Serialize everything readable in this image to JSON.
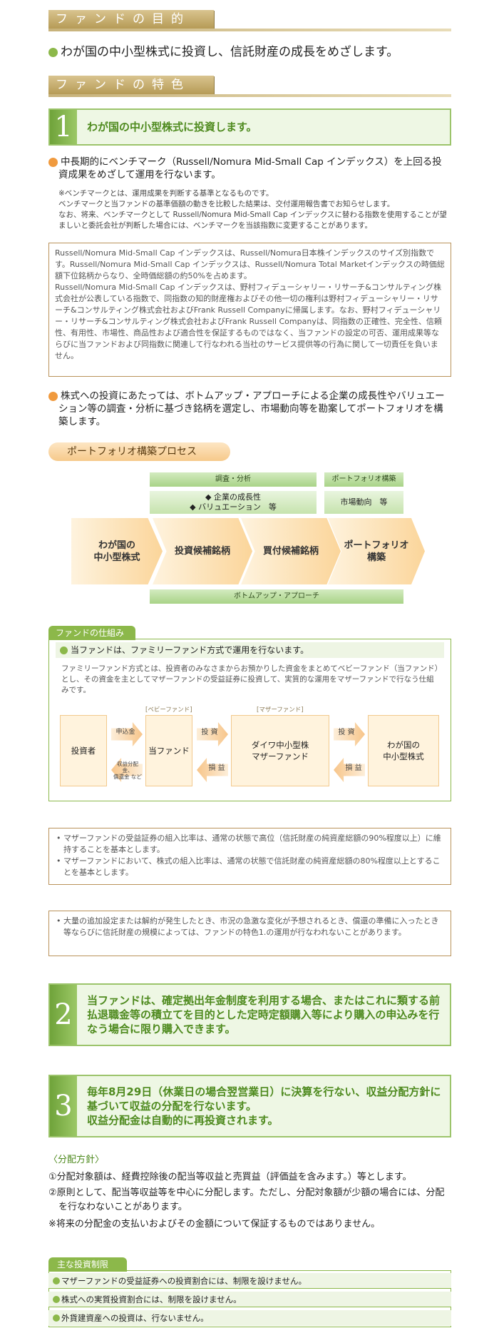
{
  "purpose": {
    "heading": "ファンドの目的",
    "text": "わが国の中小型株式に投資し、信託財産の成長をめざします。"
  },
  "features": {
    "heading": "ファンドの特色",
    "f1": {
      "num": "1",
      "text": "わが国の中小型株式に投資します。"
    },
    "benchmark": "中長期的にベンチマーク（Russell/Nomura Mid-Small Cap インデックス）を上回る投資成果をめざして運用を行ないます。",
    "benchmark_note": "※ベンチマークとは、運用成果を判断する基準となるものです。\nベンチマークと当ファンドの基準価額の動きを比較した結果は、交付運用報告書でお知らせします。\nなお、将来、ベンチマークとして Russell/Nomura Mid-Small Cap インデックスに替わる指数を使用することが望ましいと委託会社が判断した場合には、ベンチマークを当該指数に変更することがあります。",
    "index_box": "Russell/Nomura Mid-Small Cap インデックスは、Russell/Nomura日本株インデックスのサイズ別指数です。Russell/Nomura Mid-Small Cap インデックスは、Russell/Nomura Total Marketインデックスの時価総額下位銘柄からなり、全時価総額の約50%を占めます。\nRussell/Nomura Mid-Small Cap インデックスは、野村フィデューシャリー・リサーチ&コンサルティング株式会社が公表している指数で、同指数の知的財産権およびその他一切の権利は野村フィデューシャリー・リサーチ&コンサルティング株式会社およびFrank Russell Companyに帰属します。なお、野村フィデューシャリー・リサーチ&コンサルティング株式会社およびFrank Russell Companyは、同指数の正確性、完全性、信頼性、有用性、市場性、商品性および適合性を保証するものではなく、当ファンドの設定の可否、運用成果等ならびに当ファンドおよび同指数に関連して行なわれる当社のサービス提供等の行為に関して一切責任を負いません。",
    "approach": "株式への投資にあたっては、ボトムアップ・アプローチによる企業の成長性やバリュエーション等の調査・分析に基づき銘柄を選定し、市場動向等を勘案してポートフォリオを構築します。",
    "process": {
      "title": "ポートフォリオ構築プロセス",
      "research": "調査・分析",
      "research_items": "◆ 企業の成長性\n◆ バリュエーション　等",
      "pf_build": "ポートフォリオ構築",
      "market": "市場動向　等",
      "steps": [
        "わが国の\n中小型株式",
        "投資候補銘柄",
        "買付候補銘柄",
        "ポートフォリオ\n構築"
      ],
      "bottom_up": "ボトムアップ・アプローチ"
    },
    "mechanism": {
      "label": "ファンドの仕組み",
      "highlight": "当ファンドは、ファミリーファンド方式で運用を行ないます。",
      "desc": "ファミリーファンド方式とは、投資者のみなさまからお預かりした資金をまとめてベビーファンド（当ファンド）とし、その資金を主としてマザーファンドの受益証券に投資して、実質的な運用をマザーファンドで行なう仕組みです。",
      "baby_label": "[ベビーファンド]",
      "mother_label": "[マザーファンド]",
      "investor": "投資者",
      "this_fund": "当ファンド",
      "mother_fund": "ダイワ中小型株\nマザーファンド",
      "target": "わが国の\n中小型株式",
      "subscribe": "申込金",
      "distribution": "収益分配金、\n償還金 など",
      "invest": "投 資",
      "pl": "損 益"
    },
    "notes1": [
      "マザーファンドの受益証券の組入比率は、通常の状態で高位（信託財産の純資産総額の90%程度以上）に維持することを基本とします。",
      "マザーファンドにおいて、株式の組入比率は、通常の状態で信託財産の純資産総額の80%程度以上とすることを基本とします。"
    ],
    "notes2": [
      "大量の追加設定または解約が発生したとき、市況の急激な変化が予想されるとき、償還の準備に入ったとき等ならびに信託財産の規模によっては、ファンドの特色1.の運用が行なわれないことがあります。"
    ],
    "f2": {
      "num": "2",
      "text": "当ファンドは、確定拠出年金制度を利用する場合、またはこれに類する前払退職金等の積立てを目的とした定時定額購入等により購入の申込みを行なう場合に限り購入できます。"
    },
    "f3": {
      "num": "3",
      "text": "毎年8月29日（休業日の場合翌営業日）に決算を行ない、収益分配方針に基づいて収益の分配を行ないます。\n収益分配金は自動的に再投資されます。"
    }
  },
  "policy": {
    "title": "〈分配方針〉",
    "items": [
      "①分配対象額は、経費控除後の配当等収益と売買益（評価益を含みます。）等とします。",
      "②原則として、配当等収益等を中心に分配します。ただし、分配対象額が少額の場合には、分配を行なわないことがあります。",
      "※将来の分配金の支払いおよびその金額について保証するものではありません。"
    ]
  },
  "restrictions": {
    "label": "主な投資制限",
    "items": [
      "マザーファンドの受益証券への投資割合には、制限を設けません。",
      "株式への実質投資割合には、制限を設けません。",
      "外貨建資産への投資は、行ないません。"
    ]
  },
  "colors": {
    "green": "#8cb84a",
    "gold": "#c7b27a",
    "orange": "#f09a3e",
    "brown_border": "#b9925a"
  }
}
